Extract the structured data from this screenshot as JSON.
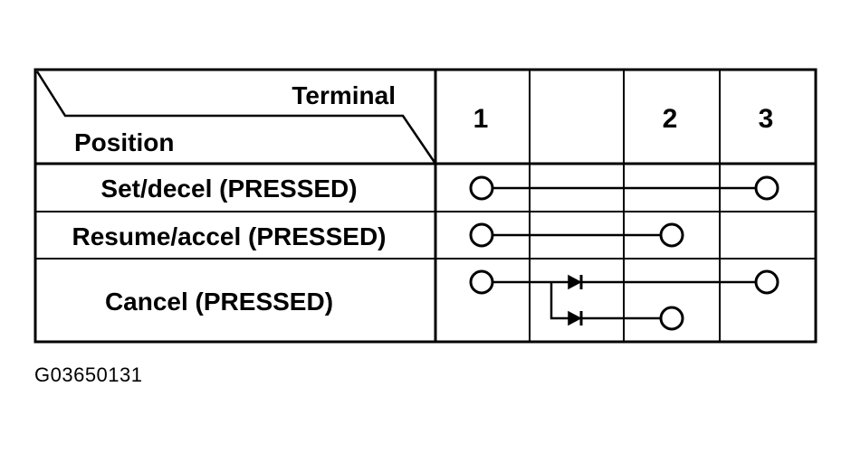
{
  "table": {
    "header": {
      "terminal_label": "Terminal",
      "position_label": "Position",
      "terminals": [
        "1",
        "",
        "2",
        "3"
      ]
    },
    "rows": [
      {
        "position": "Set/decel (PRESSED)",
        "continuity": "1-3"
      },
      {
        "position": "Resume/accel (PRESSED)",
        "continuity": "1-2"
      },
      {
        "position": "Cancel (PRESSED)",
        "continuity": "1-3 via diode; 1-2 via diode"
      }
    ]
  },
  "figure_id": "G03650131",
  "colors": {
    "ink": "#000000",
    "background": "#ffffff"
  }
}
